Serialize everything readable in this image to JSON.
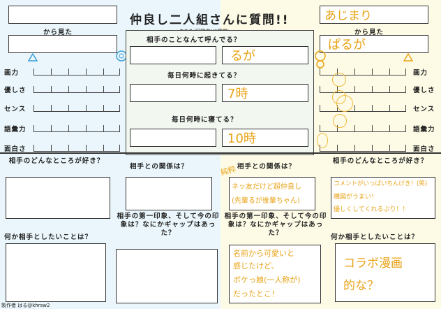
{
  "title": "仲良し二人組さんに質問!!",
  "subtitle": "—あなた(回答者)に質問!—",
  "from_seen": "から見た",
  "questions": {
    "call": "相手のことなんて呼んでる？",
    "wake": "毎日何時に起きてる？",
    "sleep": "毎日何時に寝てる？",
    "like": "相手のどんなところが好き？",
    "relation": "相手との関係は？",
    "impression": "相手の第一印象、そして今の印象は？なにかギャップはあった？",
    "want": "何か相手としたいことは？"
  },
  "stats": [
    "画力",
    "優しさ",
    "センス",
    "語彙力",
    "面白さ"
  ],
  "right_stat_levels": [
    0.2,
    0.2,
    0.3,
    0.2,
    0
  ],
  "answers": {
    "name": "あじまり",
    "call": "るが",
    "name2": "ぱるが",
    "wake": "7時",
    "sleep": "10時",
    "relation_tag": "純粋",
    "relation": [
      "ネッ友だけど超仲良し",
      "(先輩るが後輩ちゃん)"
    ],
    "like": [
      "コメントがいっぱいちんげき！(笑)",
      "構図がうまい！",
      "優しくしてくれるぶり！！"
    ],
    "impression": [
      "名前から可愛いと",
      "感じたけど、",
      "ボケっ娘(一人称が)",
      "だったとこ！"
    ],
    "want": [
      "コラボ漫画",
      "的な？"
    ]
  },
  "credit": "製作者 はる@khrsw2",
  "colors": {
    "answer": "#e8a317",
    "left_bg": "#eaf6fb",
    "right_bg": "#fdfbe6"
  }
}
